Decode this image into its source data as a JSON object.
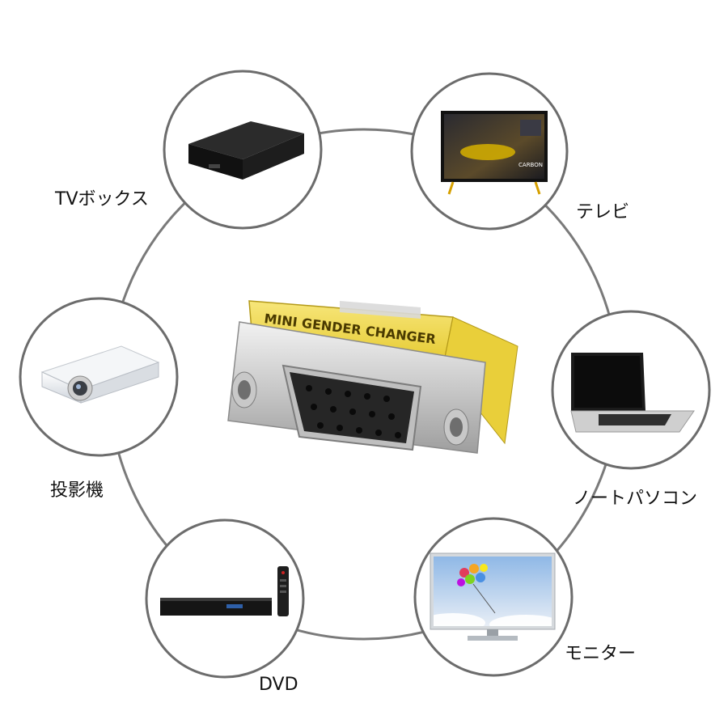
{
  "center_device": {
    "label": "MINI GENDER CHANGER",
    "shell_color": "#f1d94a",
    "metal_color": "#c8c8c8"
  },
  "ring_color": "#7a7a7a",
  "devices": [
    {
      "name": "tv-box",
      "label": "TVボックス"
    },
    {
      "name": "tv",
      "label": "テレビ"
    },
    {
      "name": "projector",
      "label": "投影機"
    },
    {
      "name": "laptop",
      "label": "ノートパソコン"
    },
    {
      "name": "dvd",
      "label": "DVD"
    },
    {
      "name": "monitor",
      "label": "モニター"
    }
  ],
  "tv_screen_text": "CARBON"
}
